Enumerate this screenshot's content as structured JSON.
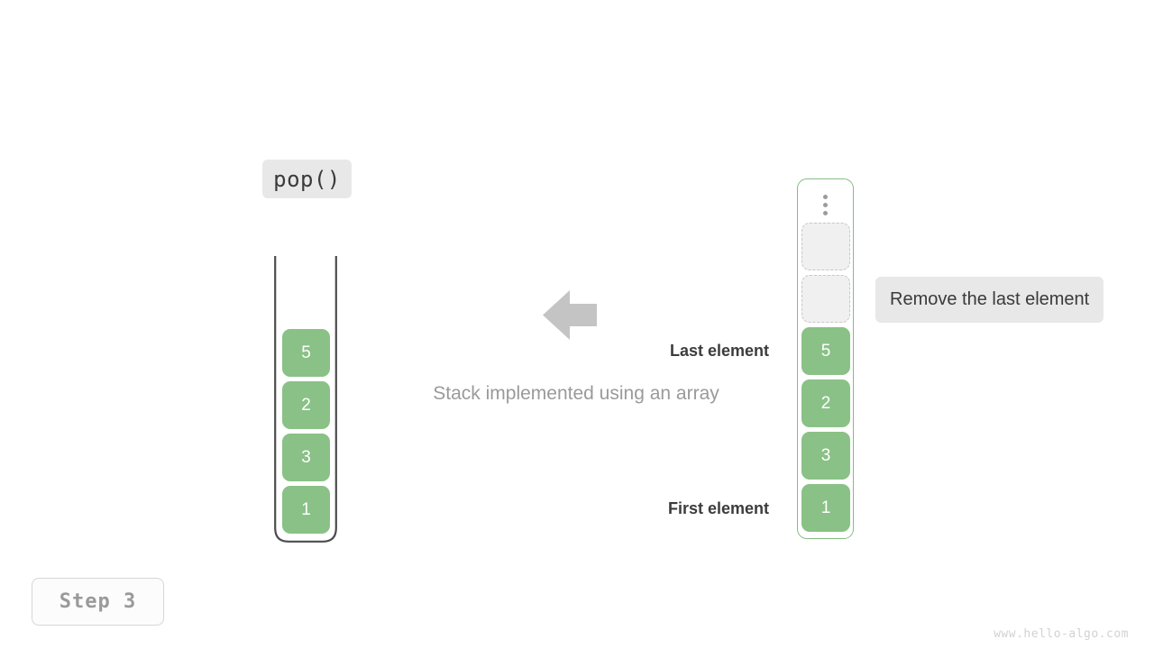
{
  "operation": {
    "label": "pop()"
  },
  "stack": {
    "name": "stack-container",
    "cells": [
      "5",
      "2",
      "3",
      "1"
    ],
    "cell_color": "#8ac186",
    "wall_color": "#4d4d4d"
  },
  "arrow": {
    "icon": "arrow-left-icon",
    "color": "#c4c4c4",
    "direction": "left"
  },
  "caption": {
    "text": "Stack implemented using an array",
    "color": "#9a9a9a"
  },
  "annotations": {
    "last_element": "Last element",
    "first_element": "First element"
  },
  "array": {
    "name": "array-container",
    "border_color": "#85bd82",
    "overflow_icon": "vertical-ellipsis-icon",
    "empty_slots": 2,
    "cells": [
      "5",
      "2",
      "3",
      "1"
    ],
    "cell_color": "#8ac186",
    "empty_slot_fill": "#f0f0f0",
    "empty_slot_border": "#c8c8c8"
  },
  "note": {
    "text": "Remove the last element",
    "background": "#e8e8e8"
  },
  "step": {
    "label": "Step 3"
  },
  "watermark": {
    "text": "www.hello-algo.com"
  }
}
